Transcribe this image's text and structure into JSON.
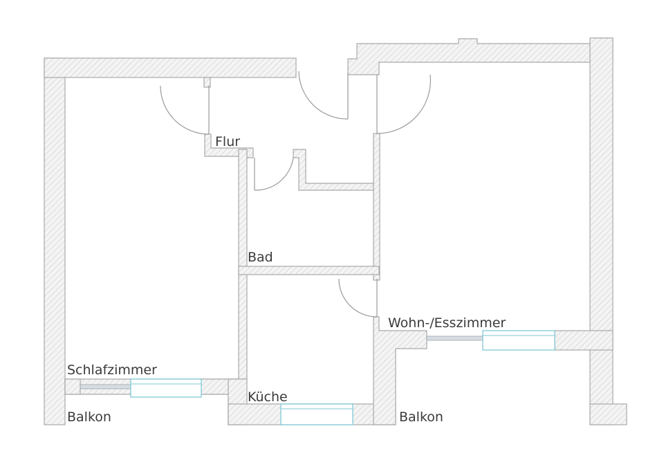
{
  "rooms": {
    "flur": "Flur",
    "bad": "Bad",
    "schlafzimmer": "Schlafzimmer",
    "kueche": "Küche",
    "wohn_esszimmer": "Wohn-/Esszimmer",
    "balkon_left": "Balkon",
    "balkon_right": "Balkon"
  },
  "colors": {
    "wall_fill": "#f4f4f4",
    "wall_stroke": "#a9a9a9",
    "hatch": "#d3d3d3",
    "window": "#7fc8d6",
    "door": "#9a9a9a",
    "text": "#3a3a3a"
  }
}
